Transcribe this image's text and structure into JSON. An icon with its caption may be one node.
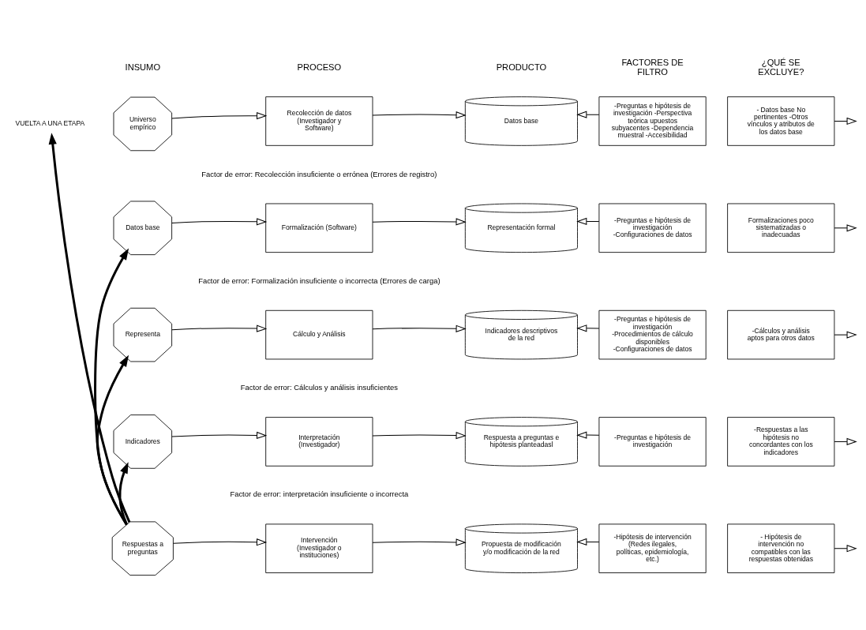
{
  "diagram": {
    "nodes": [
      {
        "text": [
          "VUELTA A UNA ETAPA"
        ]
      },
      {
        "text": [
          "Universo empírico"
        ]
      },
      {
        "text": [
          "Datos base"
        ]
      },
      {
        "text": [
          "Representa"
        ]
      },
      {
        "text": [
          "Indicadores"
        ]
      },
      {
        "text": [
          "Respuestas a preguntas"
        ]
      },
      {
        "text": [
          "Recolección de datos (Investigador y Software)"
        ]
      },
      {
        "text": [
          "Formalización (Software)"
        ]
      },
      {
        "text": [
          "Cálculo y Análisis"
        ]
      },
      {
        "text": [
          "Interpretación (Investigador)"
        ]
      },
      {
        "text": [
          "Intervención (Investigador o instituciones)"
        ]
      },
      {
        "text": [
          "Datos base"
        ]
      },
      {
        "text": [
          "Representación formal"
        ]
      },
      {
        "text": [
          "Indicadores descriptivos de la red"
        ]
      },
      {
        "text": [
          "Respuesta a preguntas e hipótesis planteadasl"
        ]
      },
      {
        "text": [
          "Propuesta de modificación y/o modificación de la red"
        ]
      },
      {
        "text": [
          "-Preguntas e hipótesis de investigación -Perspectiva teórica upuestos subyacentes -Dependencia muestral -Accesibilidad"
        ]
      },
      {
        "text": [
          "-Preguntas e hipótesis de investigación -Configuraciones de datos"
        ]
      },
      {
        "text": [
          "-Preguntas e hipótesis de investigación -Procedimientos de cálculo disponibles -Configuraciones de datos"
        ]
      },
      {
        "text": [
          "-Preguntas e hipótesis de investigación"
        ]
      },
      {
        "text": [
          "-Hipótesis de intervención (Redes ilegales, políticas, epidemiología, etc.)"
        ]
      },
      {
        "text": [
          "- Datos base No pertinentes -Otros vínculos y atributos de los datos base"
        ]
      },
      {
        "text": [
          "Formalizaciones poco sistematizadas o inadecuadas"
        ]
      },
      {
        "text": [
          "-Cálculos y análisis aptos para otros datos"
        ]
      },
      {
        "text": [
          "-Respuestas a las hipótesis no concordantes con los indicadores"
        ]
      },
      {
        "text": [
          "- Hipótesis de intervención no compatibles con las respuestas obtenidas"
        ]
      }
    ],
    "edges": [
      {
        "from": 1,
        "to": 6,
        "arrow": "to"
      },
      {
        "from": 6,
        "to": 11,
        "arrow": "to"
      },
      {
        "from": 16,
        "to": 11,
        "arrow": "to"
      },
      {
        "from": 21,
        "to": null,
        "arrow": "to"
      },
      {
        "from": 2,
        "to": 7,
        "arrow": "to"
      },
      {
        "from": 7,
        "to": 12,
        "arrow": "to"
      },
      {
        "from": 17,
        "to": 12,
        "arrow": "to"
      },
      {
        "from": 22,
        "to": null,
        "arrow": "to"
      },
      {
        "from": 3,
        "to": 8,
        "arrow": "to"
      },
      {
        "from": 8,
        "to": 13,
        "arrow": "to"
      },
      {
        "from": 18,
        "to": 13,
        "arrow": "to"
      },
      {
        "from": 23,
        "to": null,
        "arrow": "to"
      },
      {
        "from": 4,
        "to": 9,
        "arrow": "to"
      },
      {
        "from": 9,
        "to": 14,
        "arrow": "to"
      },
      {
        "from": 19,
        "to": 14,
        "arrow": "to"
      },
      {
        "from": 24,
        "to": null,
        "arrow": "to"
      },
      {
        "from": 5,
        "to": 10,
        "arrow": "to"
      },
      {
        "from": 10,
        "to": 15,
        "arrow": "to"
      },
      {
        "from": 20,
        "to": 15,
        "arrow": "to"
      },
      {
        "from": 25,
        "to": null,
        "arrow": "to"
      },
      {
        "from": 5,
        "to": 0,
        "arrow": "to",
        "style": "thick"
      },
      {
        "from": 5,
        "to": 2,
        "arrow": "to",
        "style": "thick"
      },
      {
        "from": 5,
        "to": 3,
        "arrow": "to",
        "style": "thick"
      },
      {
        "from": 5,
        "to": 4,
        "arrow": "to",
        "style": "thick"
      }
    ],
    "labels": [
      "INSUMO",
      "PROCESO",
      "PRODUCTO",
      "FACTORES DE FILTRO",
      "¿QUÉ SE EXCLUYE?",
      "Factor de error: Recolección insuficiente o errónea (Errores de registro)",
      "Factor de error: Formalización insuficiente o incorrecta (Errores de carga)",
      "Factor de error: Cálculos y análisis insuficientes",
      "Factor de error: interpretación insuficiente o incorrecta"
    ]
  }
}
